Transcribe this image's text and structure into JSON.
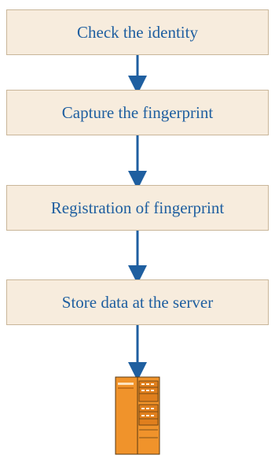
{
  "flowchart": {
    "steps": [
      {
        "label": "Check the identity"
      },
      {
        "label": "Capture the fingerprint"
      },
      {
        "label": "Registration of fingerprint"
      },
      {
        "label": "Store data at the server"
      }
    ],
    "end_icon": "server-icon",
    "colors": {
      "box_fill": "#f7ecdd",
      "box_border": "#c9b699",
      "text": "#1f5fa0",
      "arrow": "#1f5fa0",
      "server": "#f0932b"
    }
  }
}
